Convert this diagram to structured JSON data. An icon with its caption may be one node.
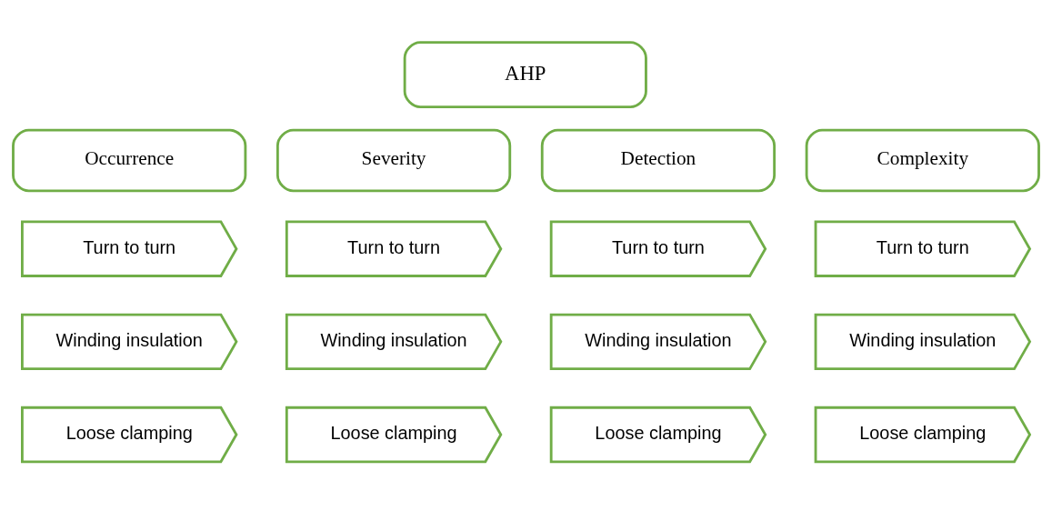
{
  "diagram": {
    "nodes": [
      {
        "text": [
          "AHP"
        ]
      },
      {
        "text": [
          "Occurrence"
        ]
      },
      {
        "text": [
          "Severity"
        ]
      },
      {
        "text": [
          "Detection"
        ]
      },
      {
        "text": [
          "Complexity"
        ]
      },
      {
        "text": [
          "Turn to turn"
        ]
      },
      {
        "text": [
          "Turn to turn"
        ]
      },
      {
        "text": [
          "Turn to turn"
        ]
      },
      {
        "text": [
          "Turn to turn"
        ]
      },
      {
        "text": [
          "Winding insulation"
        ]
      },
      {
        "text": [
          "Winding insulation"
        ]
      },
      {
        "text": [
          "Winding insulation"
        ]
      },
      {
        "text": [
          "Winding insulation"
        ]
      },
      {
        "text": [
          "Loose clamping"
        ]
      },
      {
        "text": [
          "Loose clamping"
        ]
      },
      {
        "text": [
          "Loose clamping"
        ]
      },
      {
        "text": [
          "Loose clamping"
        ]
      }
    ]
  }
}
